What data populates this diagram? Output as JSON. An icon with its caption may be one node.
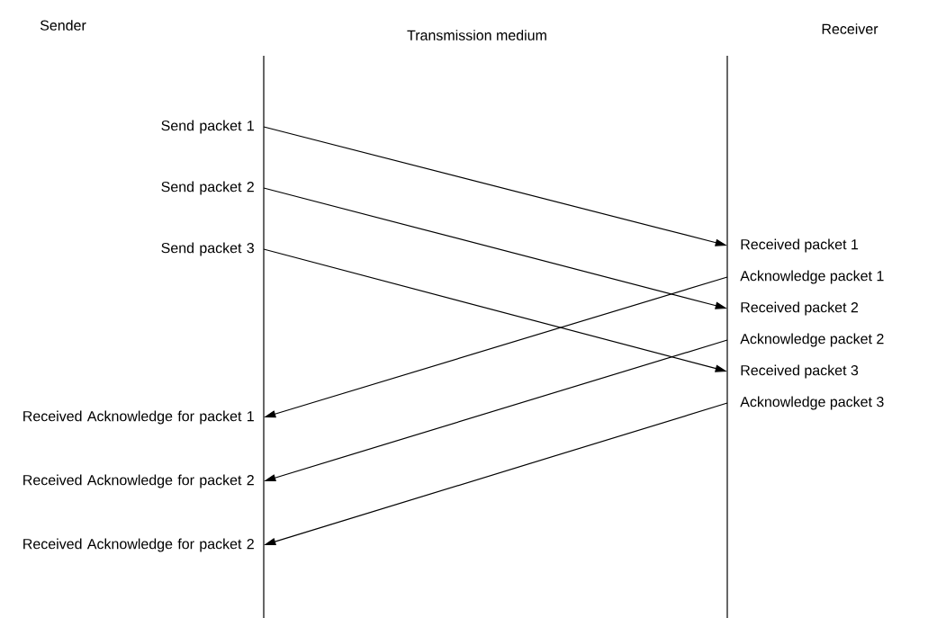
{
  "diagram": {
    "nodes": [
      {
        "text": [
          "Send packet 1"
        ]
      },
      {
        "text": [
          "Send packet 2"
        ]
      },
      {
        "text": [
          "Send packet 3"
        ]
      },
      {
        "text": [
          "Received packet 1"
        ]
      },
      {
        "text": [
          "Acknowledge packet 1"
        ]
      },
      {
        "text": [
          "Received packet 2"
        ]
      },
      {
        "text": [
          "Acknowledge packet 2"
        ]
      },
      {
        "text": [
          "Received packet 3"
        ]
      },
      {
        "text": [
          "Acknowledge packet 3"
        ]
      },
      {
        "text": [
          "Received Acknowledge for packet 1"
        ]
      },
      {
        "text": [
          "Received Acknowledge for packet 2"
        ]
      },
      {
        "text": [
          "Received Acknowledge for packet 2"
        ]
      }
    ],
    "edges": [
      {
        "from": 0,
        "to": 3,
        "arrow": "to"
      },
      {
        "from": 1,
        "to": 5,
        "arrow": "to"
      },
      {
        "from": 2,
        "to": 7,
        "arrow": "to"
      },
      {
        "from": 4,
        "to": 9,
        "arrow": "to"
      },
      {
        "from": 6,
        "to": 10,
        "arrow": "to"
      },
      {
        "from": 8,
        "to": 11,
        "arrow": "to"
      }
    ],
    "labels": [
      "Sender",
      "Receiver",
      "Transmission medium"
    ]
  }
}
